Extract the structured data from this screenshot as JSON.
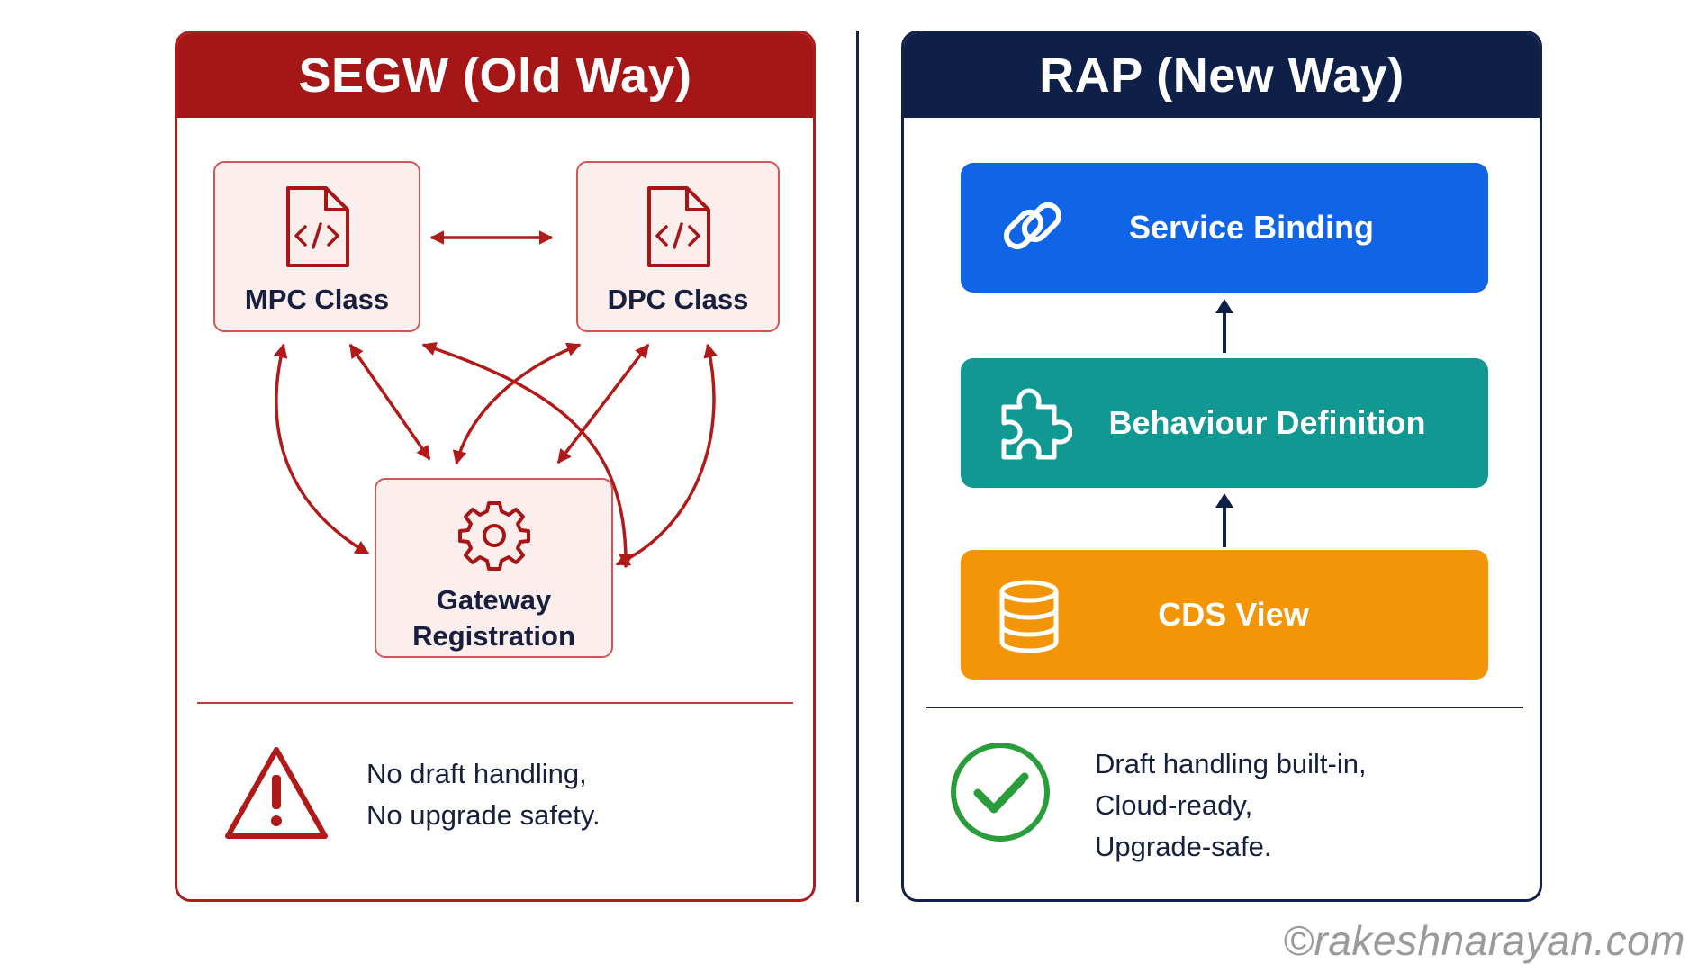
{
  "left_panel": {
    "title": "SEGW (Old Way)",
    "mpc_label": "MPC Class",
    "dpc_label": "DPC Class",
    "gateway_label_line1": "Gateway",
    "gateway_label_line2": "Registration",
    "note_line1": "No draft handling,",
    "note_line2": "No upgrade safety.",
    "accent_color": "#a61616"
  },
  "right_panel": {
    "title": "RAP (New Way)",
    "layers": [
      {
        "label": "Service Binding",
        "icon": "link-icon",
        "color": "#0f65e6"
      },
      {
        "label": "Behaviour Definition",
        "icon": "puzzle-icon",
        "color": "#119892"
      },
      {
        "label": "CDS View",
        "icon": "database-icon",
        "color": "#f39506"
      }
    ],
    "note_line1": "Draft handling built-in,",
    "note_line2": "Cloud-ready,",
    "note_line3": "Upgrade-safe.",
    "accent_color": "#0e2048"
  },
  "watermark": "©rakeshnarayan.com"
}
